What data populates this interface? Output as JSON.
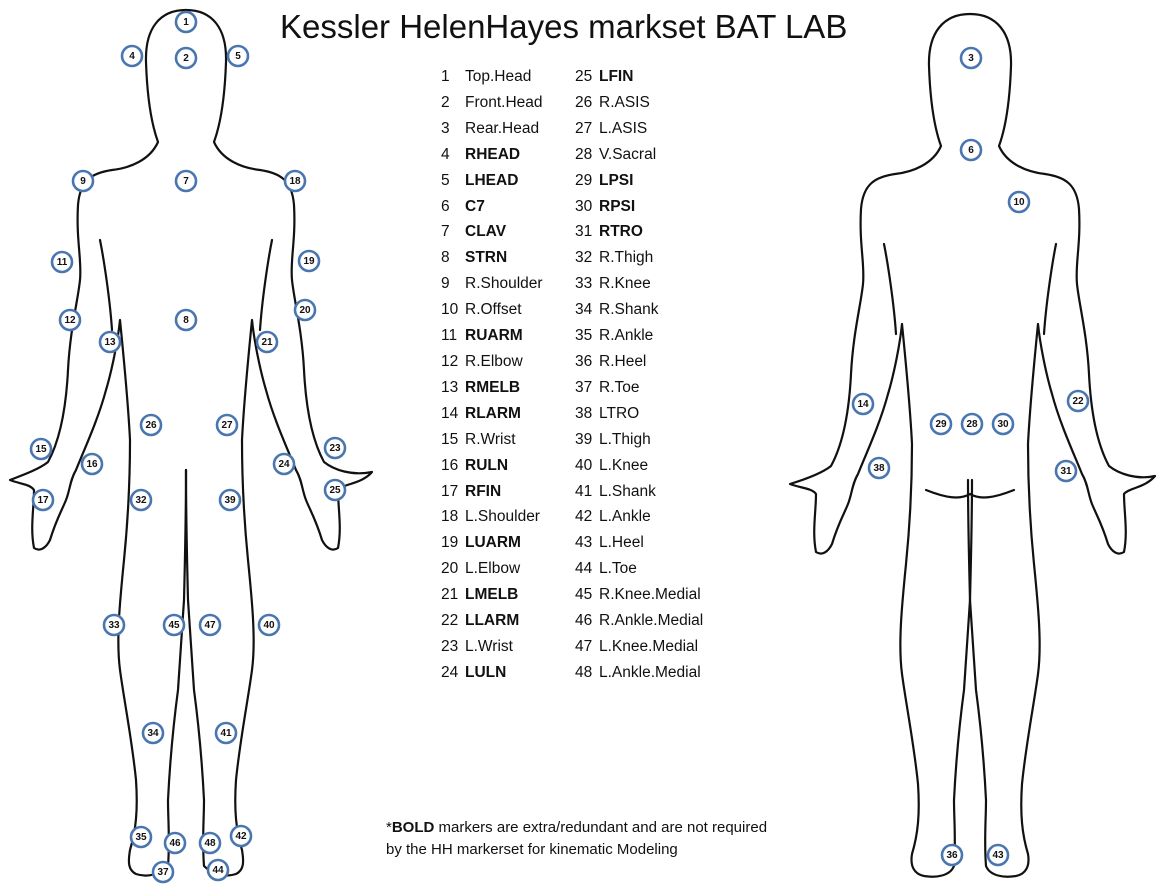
{
  "title": "Kessler HelenHayes markset BAT LAB",
  "colors": {
    "marker_stroke": "#4a76b0",
    "outline": "#111111"
  },
  "legend": [
    {
      "num": "1",
      "label": "Top.Head",
      "bold": false
    },
    {
      "num": "2",
      "label": "Front.Head",
      "bold": false
    },
    {
      "num": "3",
      "label": "Rear.Head",
      "bold": false
    },
    {
      "num": "4",
      "label": "RHEAD",
      "bold": true
    },
    {
      "num": "5",
      "label": "LHEAD",
      "bold": true
    },
    {
      "num": "6",
      "label": "C7",
      "bold": true
    },
    {
      "num": "7",
      "label": "CLAV",
      "bold": true
    },
    {
      "num": "8",
      "label": "STRN",
      "bold": true
    },
    {
      "num": "9",
      "label": "R.Shoulder",
      "bold": false
    },
    {
      "num": "10",
      "label": "R.Offset",
      "bold": false
    },
    {
      "num": "11",
      "label": "RUARM",
      "bold": true
    },
    {
      "num": "12",
      "label": "R.Elbow",
      "bold": false
    },
    {
      "num": "13",
      "label": "RMELB",
      "bold": true
    },
    {
      "num": "14",
      "label": "RLARM",
      "bold": true
    },
    {
      "num": "15",
      "label": "R.Wrist",
      "bold": false
    },
    {
      "num": "16",
      "label": "RULN",
      "bold": true
    },
    {
      "num": "17",
      "label": "RFIN",
      "bold": true
    },
    {
      "num": "18",
      "label": "L.Shoulder",
      "bold": false
    },
    {
      "num": "19",
      "label": "LUARM",
      "bold": true
    },
    {
      "num": "20",
      "label": "L.Elbow",
      "bold": false
    },
    {
      "num": "21",
      "label": "LMELB",
      "bold": true
    },
    {
      "num": "22",
      "label": "LLARM",
      "bold": true
    },
    {
      "num": "23",
      "label": "L.Wrist",
      "bold": false
    },
    {
      "num": "24",
      "label": "LULN",
      "bold": true
    },
    {
      "num": "25",
      "label": "LFIN",
      "bold": true
    },
    {
      "num": "26",
      "label": "R.ASIS",
      "bold": false
    },
    {
      "num": "27",
      "label": "L.ASIS",
      "bold": false
    },
    {
      "num": "28",
      "label": "V.Sacral",
      "bold": false
    },
    {
      "num": "29",
      "label": "LPSI",
      "bold": true
    },
    {
      "num": "30",
      "label": "RPSI",
      "bold": true
    },
    {
      "num": "31",
      "label": "RTRO",
      "bold": true
    },
    {
      "num": "32",
      "label": "R.Thigh",
      "bold": false
    },
    {
      "num": "33",
      "label": "R.Knee",
      "bold": false
    },
    {
      "num": "34",
      "label": "R.Shank",
      "bold": false
    },
    {
      "num": "35",
      "label": "R.Ankle",
      "bold": false
    },
    {
      "num": "36",
      "label": "R.Heel",
      "bold": false
    },
    {
      "num": "37",
      "label": "R.Toe",
      "bold": false
    },
    {
      "num": "38",
      "label": "LTRO",
      "bold": false
    },
    {
      "num": "39",
      "label": "L.Thigh",
      "bold": false
    },
    {
      "num": "40",
      "label": "L.Knee",
      "bold": false
    },
    {
      "num": "41",
      "label": "L.Shank",
      "bold": false
    },
    {
      "num": "42",
      "label": "L.Ankle",
      "bold": false
    },
    {
      "num": "43",
      "label": "L.Heel",
      "bold": false
    },
    {
      "num": "44",
      "label": "L.Toe",
      "bold": false
    },
    {
      "num": "45",
      "label": "R.Knee.Medial",
      "bold": false
    },
    {
      "num": "46",
      "label": "R.Ankle.Medial",
      "bold": false
    },
    {
      "num": "47",
      "label": "L.Knee.Medial",
      "bold": false
    },
    {
      "num": "48",
      "label": "L.Ankle.Medial",
      "bold": false
    }
  ],
  "front_markers": [
    "1",
    "2",
    "4",
    "5",
    "7",
    "9",
    "18",
    "11",
    "19",
    "20",
    "12",
    "8",
    "13",
    "21",
    "26",
    "27",
    "15",
    "16",
    "24",
    "23",
    "17",
    "32",
    "39",
    "25",
    "33",
    "45",
    "47",
    "40",
    "34",
    "41",
    "35",
    "46",
    "48",
    "42",
    "37",
    "44"
  ],
  "back_markers": [
    "3",
    "6",
    "10",
    "14",
    "22",
    "29",
    "28",
    "30",
    "38",
    "31",
    "36",
    "43"
  ],
  "note": {
    "asterisk": "*",
    "bold_word": "BOLD",
    "text": " markers are extra/redundant and are not required by the HH markerset for kinematic Modeling"
  }
}
